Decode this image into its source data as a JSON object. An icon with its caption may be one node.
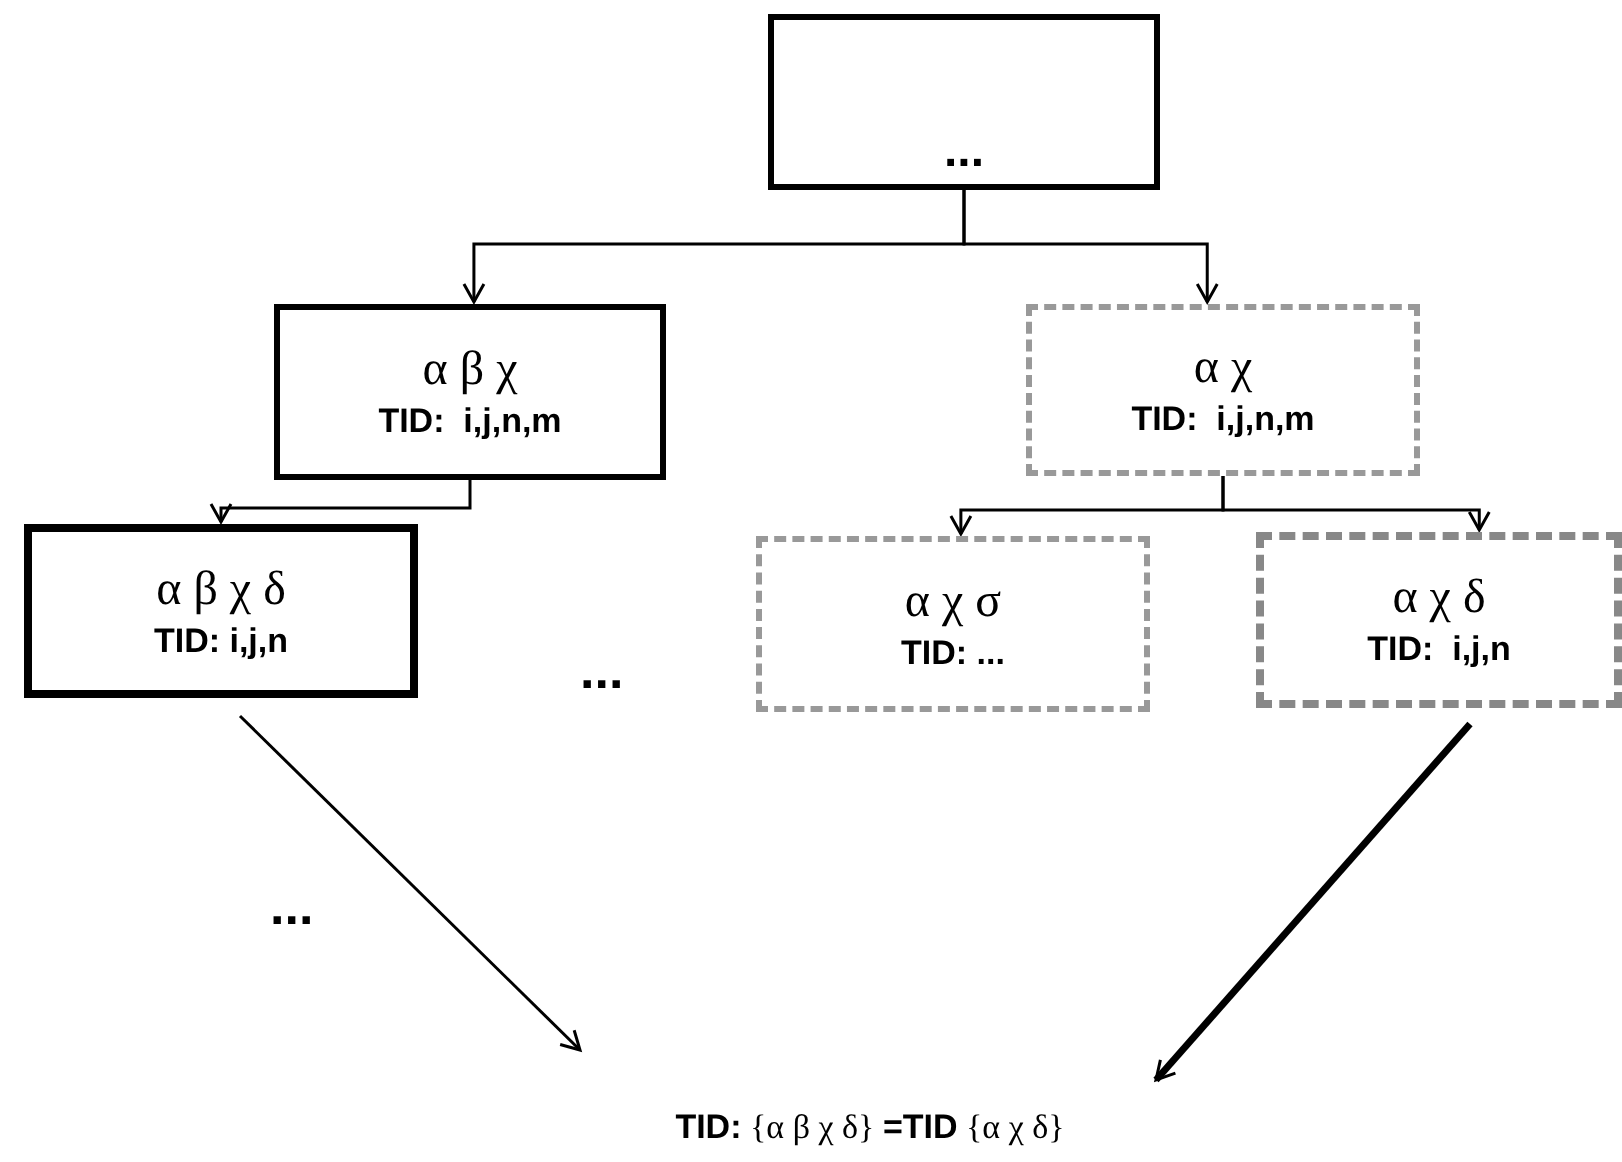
{
  "diagram": {
    "nodes": [
      {
        "text": [
          "..."
        ]
      },
      {
        "text": [
          "α β χ",
          "TID:  i,j,n,m"
        ]
      },
      {
        "text": [
          "α χ",
          "TID:  i,j,n,m"
        ]
      },
      {
        "text": [
          "α β χ δ",
          "TID: i,j,n"
        ]
      },
      {
        "text": [
          "α χ σ",
          "TID: ..."
        ]
      },
      {
        "text": [
          "α χ δ",
          "TID:  i,j,n"
        ]
      },
      {
        "text": [
          "**TID:**  {α β χ δ} **=TID** {α χ δ}"
        ]
      }
    ],
    "edges": [
      {
        "from": 0,
        "to": 1,
        "arrow": "to"
      },
      {
        "from": 0,
        "to": 2,
        "arrow": "to"
      },
      {
        "from": 1,
        "to": 3,
        "arrow": "to"
      },
      {
        "from": 2,
        "to": 4,
        "arrow": "to"
      },
      {
        "from": 2,
        "to": 5,
        "arrow": "to"
      },
      {
        "from": 3,
        "to": 6,
        "arrow": "to"
      },
      {
        "from": 5,
        "to": 6,
        "arrow": "to",
        "style": "thick"
      }
    ],
    "labels": [
      "...",
      "..."
    ]
  }
}
